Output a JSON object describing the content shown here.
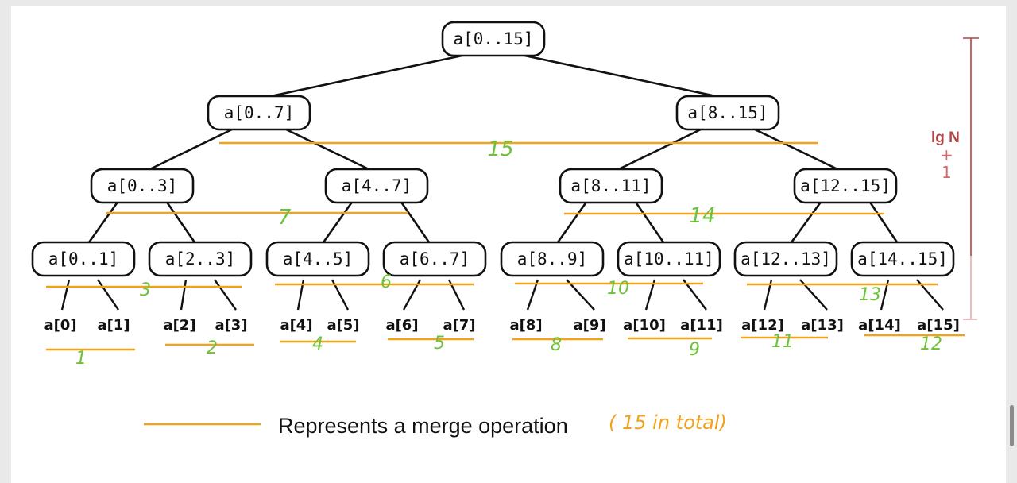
{
  "tree": {
    "root": "a[0..15]",
    "level1": [
      "a[0..7]",
      "a[8..15]"
    ],
    "level2": [
      "a[0..3]",
      "a[4..7]",
      "a[8..11]",
      "a[12..15]"
    ],
    "level3": [
      "a[0..1]",
      "a[2..3]",
      "a[4..5]",
      "a[6..7]",
      "a[8..9]",
      "a[10..11]",
      "a[12..13]",
      "a[14..15]"
    ],
    "leaves": [
      "a[0]",
      "a[1]",
      "a[2]",
      "a[3]",
      "a[4]",
      "a[5]",
      "a[6]",
      "a[7]",
      "a[8]",
      "a[9]",
      "a[10]",
      "a[11]",
      "a[12]",
      "a[13]",
      "a[14]",
      "a[15]"
    ]
  },
  "merge_counts": {
    "root": "15",
    "level1": [
      "7",
      "14"
    ],
    "level2": [
      "3",
      "6",
      "10",
      "13"
    ],
    "level3": [
      "1",
      "2",
      "4",
      "5",
      "8",
      "9",
      "11",
      "12"
    ]
  },
  "height_annotation": {
    "label": "lg N",
    "plus": "+",
    "one": "1"
  },
  "legend": {
    "text": "Represents a merge operation",
    "note": "( 15 in total)"
  },
  "colors": {
    "merge_line": "#f0a21a",
    "count_text": "#6cc23a",
    "height_bar": "#b04545"
  }
}
